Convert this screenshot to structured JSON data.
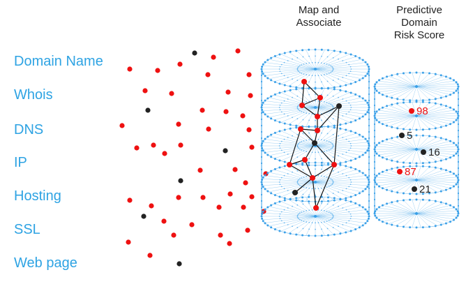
{
  "labels": [
    "Domain Name",
    "Whois",
    "DNS",
    "IP",
    "Hosting",
    "SSL",
    "Web page"
  ],
  "headings": {
    "map_line1": "Map and",
    "map_line2": "Associate",
    "risk_line1": "Predictive",
    "risk_line2": "Domain",
    "risk_line3": "Risk Score"
  },
  "scores": [
    "98",
    "5",
    "16",
    "87",
    "21"
  ],
  "colors": {
    "label": "#2ea3e3",
    "cylinder": "#3aa0e8",
    "red_dot": "#ee1111",
    "dark_dot": "#222222",
    "edge": "#111111"
  }
}
